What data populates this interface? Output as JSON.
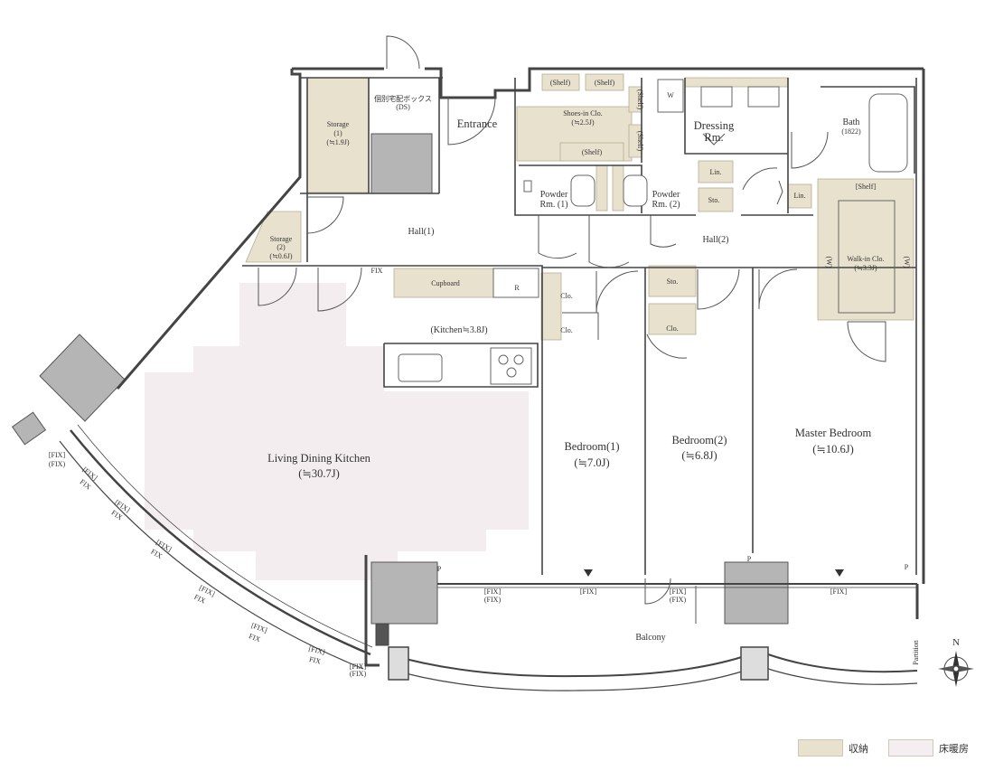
{
  "rooms": {
    "storage1": {
      "name": "Storage",
      "num": "(1)",
      "size": "(≒1.9J)"
    },
    "storage2": {
      "name": "Storage",
      "num": "(2)",
      "size": "(≒0.6J)"
    },
    "delivery_box": {
      "name": "個別宅配ボックス",
      "sub": "(DS)"
    },
    "entrance": "Entrance",
    "shoes_in_clo": {
      "name": "Shoes-in Clo.",
      "size": "(≒2.5J)"
    },
    "shelf": "(Shelf)",
    "shelf_b": "[Shelf]",
    "washer": "W",
    "dressing": {
      "l1": "Dressing",
      "l2": "Rm."
    },
    "bath": {
      "name": "Bath",
      "size": "(1822)"
    },
    "powder1": {
      "l1": "Powder",
      "l2": "Rm. (1)"
    },
    "powder2": {
      "l1": "Powder",
      "l2": "Rm. (2)"
    },
    "hall1": "Hall(1)",
    "hall2": "Hall(2)",
    "lin": "Lin.",
    "sto": "Sto.",
    "clo": "Clo.",
    "walk_in_clo": {
      "name": "Walk-in Clo.",
      "size": "(≒3.3J)"
    },
    "w_mark": "(W)",
    "cupboard": "Cupboard",
    "fridge": "R",
    "kitchen": "(Kitchen≒3.8J)",
    "ldk": {
      "name": "Living Dining Kitchen",
      "size": "(≒30.7J)"
    },
    "bedroom1": {
      "name": "Bedroom(1)",
      "size": "(≒7.0J)"
    },
    "bedroom2": {
      "name": "Bedroom(2)",
      "size": "(≒6.8J)"
    },
    "master": {
      "name": "Master Bedroom",
      "size": "(≒10.6J)"
    },
    "balcony": "Balcony",
    "partition": "Partition",
    "pipe": "P",
    "fix": "FIX",
    "fix_b": "[FIX]",
    "fix_p": "(FIX)"
  },
  "compass": "N",
  "legend": {
    "storage": {
      "label": "収納",
      "color": "#e8e1cd"
    },
    "floor_heating": {
      "label": "床暖房",
      "color": "#f5eef0"
    }
  }
}
